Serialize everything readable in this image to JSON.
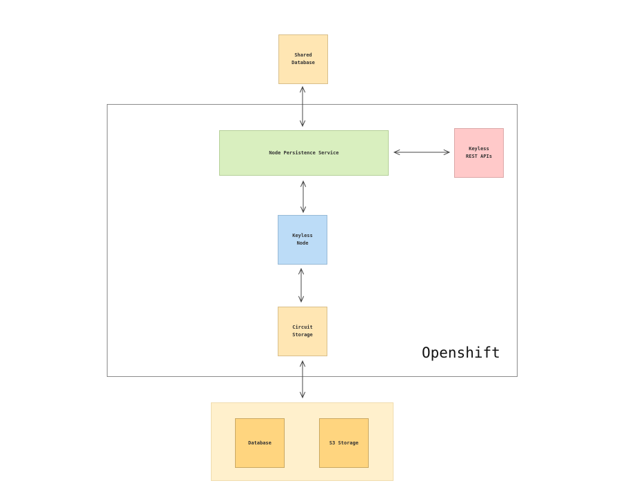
{
  "diagram": {
    "frame_label": "Openshift",
    "nodes": {
      "shared_database": {
        "label": "Shared\nDatabase",
        "fill": "#ffe6b3",
        "stroke": "#d8be8a"
      },
      "node_persistence_service": {
        "label": "Node Persistence Service",
        "fill": "#d9efbf",
        "stroke": "#b5cf98"
      },
      "keyless_rest_apis": {
        "label": "Keyless\nREST APIs",
        "fill": "#ffc9c9",
        "stroke": "#dba7a7"
      },
      "keyless_node": {
        "label": "Keyless\nNode",
        "fill": "#bcdcf7",
        "stroke": "#97b9d6"
      },
      "circuit_storage": {
        "label": "Circuit\nStorage",
        "fill": "#ffe6b3",
        "stroke": "#d8be8a"
      },
      "database": {
        "label": "Database",
        "fill": "#ffd57f",
        "stroke": "#c9a862"
      },
      "s3_storage": {
        "label": "S3 Storage",
        "fill": "#ffd57f",
        "stroke": "#c9a862"
      }
    },
    "storage_group": {
      "fill": "#fff0cc",
      "stroke": "#f0dcae"
    },
    "edges": [
      {
        "from": "shared_database",
        "to": "node_persistence_service",
        "direction": "both"
      },
      {
        "from": "node_persistence_service",
        "to": "keyless_rest_apis",
        "direction": "both"
      },
      {
        "from": "node_persistence_service",
        "to": "keyless_node",
        "direction": "both"
      },
      {
        "from": "keyless_node",
        "to": "circuit_storage",
        "direction": "both"
      },
      {
        "from": "circuit_storage",
        "to": "storage_group",
        "direction": "both"
      }
    ],
    "edge_color": "#444444"
  }
}
